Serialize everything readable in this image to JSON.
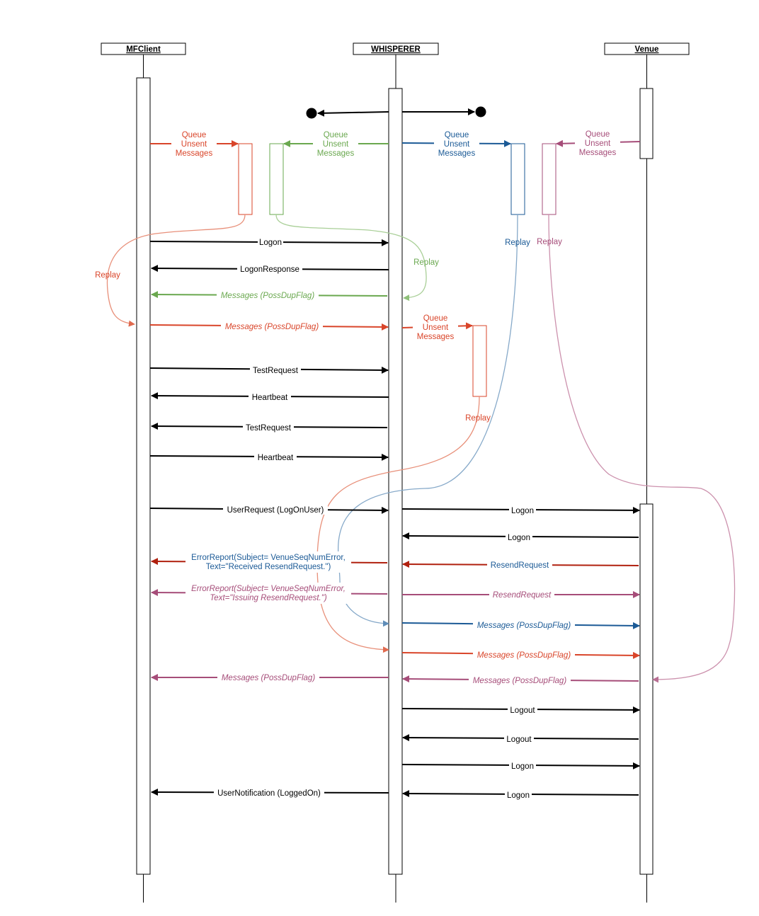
{
  "colors": {
    "black": "#000000",
    "red": "#d9452a",
    "darkred": "#b0200e",
    "green": "#6aa84f",
    "blue": "#1b5a96",
    "magenta": "#a64d79",
    "lightred": "#e8907a",
    "lightgreen": "#a9cf97",
    "lightblue": "#86a9c9",
    "lightmagenta": "#cc91ad"
  },
  "participants": {
    "mfclient": "MFClient",
    "whisperer": "WHISPERER",
    "venue": "Venue"
  },
  "queue": {
    "l1": "Queue",
    "l2": "Unsent",
    "l3": "Messages"
  },
  "replay": "Replay",
  "messages": {
    "logon": "Logon",
    "logon_response": "LogonResponse",
    "poss_dup": "Messages (PossDupFlag)",
    "test_request": "TestRequest",
    "heartbeat": "Heartbeat",
    "user_request": "UserRequest (LogOnUser)",
    "resend_request": "ResendRequest",
    "logout": "Logout",
    "user_notification": "UserNotification (LoggedOn)"
  },
  "error_received": {
    "l1": "ErrorReport(Subject= VenueSeqNumError,",
    "l2": "Text=\"Received ResendRequest.\")"
  },
  "error_issuing": {
    "l1": "ErrorReport(Subject= VenueSeqNumError,",
    "l2": "Text=\"Issuing ResendRequest.\")"
  }
}
